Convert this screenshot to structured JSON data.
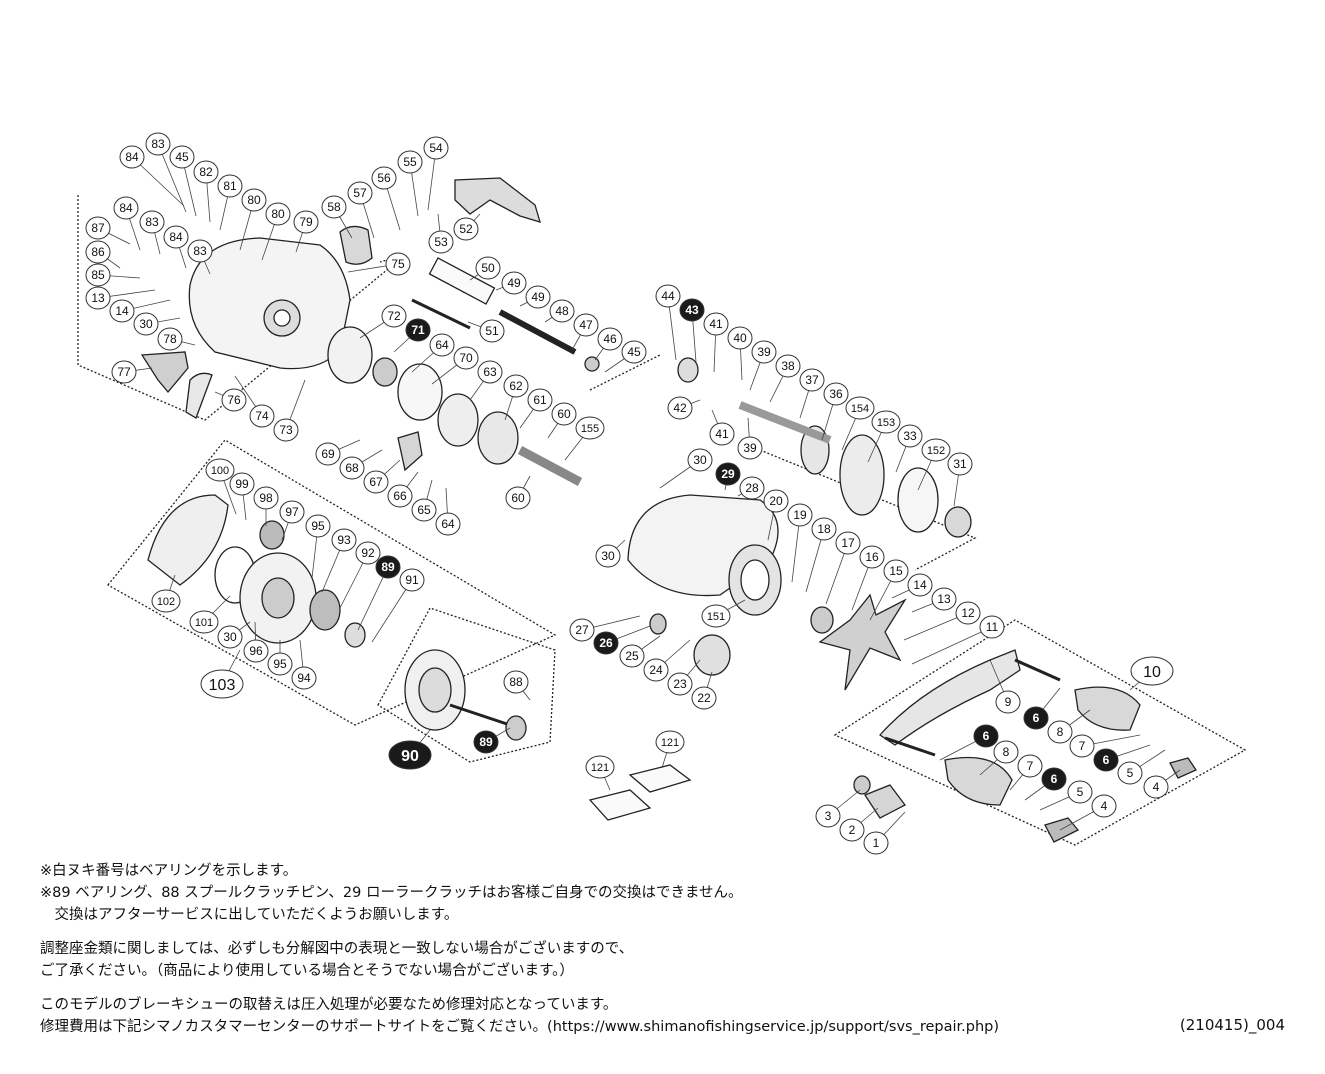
{
  "callouts": [
    {
      "n": "83",
      "b": false
    },
    {
      "n": "84",
      "b": false
    },
    {
      "n": "45",
      "b": false
    },
    {
      "n": "82",
      "b": false
    },
    {
      "n": "81",
      "b": false
    },
    {
      "n": "80",
      "b": false
    },
    {
      "n": "80",
      "b": false
    },
    {
      "n": "79",
      "b": false
    },
    {
      "n": "58",
      "b": false
    },
    {
      "n": "57",
      "b": false
    },
    {
      "n": "56",
      "b": false
    },
    {
      "n": "55",
      "b": false
    },
    {
      "n": "54",
      "b": false
    },
    {
      "n": "53",
      "b": false
    },
    {
      "n": "52",
      "b": false
    },
    {
      "n": "87",
      "b": false
    },
    {
      "n": "84",
      "b": false
    },
    {
      "n": "83",
      "b": false
    },
    {
      "n": "84",
      "b": false
    },
    {
      "n": "83",
      "b": false
    },
    {
      "n": "86",
      "b": false
    },
    {
      "n": "85",
      "b": false
    },
    {
      "n": "13",
      "b": false
    },
    {
      "n": "14",
      "b": false
    },
    {
      "n": "30",
      "b": false
    },
    {
      "n": "78",
      "b": false
    },
    {
      "n": "77",
      "b": false
    },
    {
      "n": "76",
      "b": false
    },
    {
      "n": "74",
      "b": false
    },
    {
      "n": "73",
      "b": false
    },
    {
      "n": "75",
      "b": false
    },
    {
      "n": "50",
      "b": false
    },
    {
      "n": "49",
      "b": false
    },
    {
      "n": "49",
      "b": false
    },
    {
      "n": "48",
      "b": false
    },
    {
      "n": "51",
      "b": false
    },
    {
      "n": "47",
      "b": false
    },
    {
      "n": "46",
      "b": false
    },
    {
      "n": "45",
      "b": false
    },
    {
      "n": "72",
      "b": false
    },
    {
      "n": "71",
      "b": true
    },
    {
      "n": "64",
      "b": false
    },
    {
      "n": "70",
      "b": false
    },
    {
      "n": "63",
      "b": false
    },
    {
      "n": "62",
      "b": false
    },
    {
      "n": "61",
      "b": false
    },
    {
      "n": "60",
      "b": false
    },
    {
      "n": "155",
      "b": false
    },
    {
      "n": "60",
      "b": false
    },
    {
      "n": "69",
      "b": false
    },
    {
      "n": "68",
      "b": false
    },
    {
      "n": "67",
      "b": false
    },
    {
      "n": "66",
      "b": false
    },
    {
      "n": "65",
      "b": false
    },
    {
      "n": "64",
      "b": false
    },
    {
      "n": "44",
      "b": false
    },
    {
      "n": "43",
      "b": true
    },
    {
      "n": "41",
      "b": false
    },
    {
      "n": "40",
      "b": false
    },
    {
      "n": "39",
      "b": false
    },
    {
      "n": "38",
      "b": false
    },
    {
      "n": "37",
      "b": false
    },
    {
      "n": "36",
      "b": false
    },
    {
      "n": "154",
      "b": false
    },
    {
      "n": "153",
      "b": false
    },
    {
      "n": "42",
      "b": false
    },
    {
      "n": "41",
      "b": false
    },
    {
      "n": "39",
      "b": false
    },
    {
      "n": "33",
      "b": false
    },
    {
      "n": "152",
      "b": false
    },
    {
      "n": "31",
      "b": false
    },
    {
      "n": "30",
      "b": false
    },
    {
      "n": "29",
      "b": true
    },
    {
      "n": "28",
      "b": false
    },
    {
      "n": "20",
      "b": false
    },
    {
      "n": "19",
      "b": false
    },
    {
      "n": "18",
      "b": false
    },
    {
      "n": "17",
      "b": false
    },
    {
      "n": "16",
      "b": false
    },
    {
      "n": "15",
      "b": false
    },
    {
      "n": "14",
      "b": false
    },
    {
      "n": "13",
      "b": false
    },
    {
      "n": "12",
      "b": false
    },
    {
      "n": "11",
      "b": false
    },
    {
      "n": "30",
      "b": false
    },
    {
      "n": "151",
      "b": false
    },
    {
      "n": "27",
      "b": false
    },
    {
      "n": "26",
      "b": true
    },
    {
      "n": "25",
      "b": false
    },
    {
      "n": "24",
      "b": false
    },
    {
      "n": "23",
      "b": false
    },
    {
      "n": "22",
      "b": false
    },
    {
      "n": "100",
      "b": false
    },
    {
      "n": "99",
      "b": false
    },
    {
      "n": "98",
      "b": false
    },
    {
      "n": "97",
      "b": false
    },
    {
      "n": "95",
      "b": false
    },
    {
      "n": "93",
      "b": false
    },
    {
      "n": "92",
      "b": false
    },
    {
      "n": "89",
      "b": true
    },
    {
      "n": "91",
      "b": false
    },
    {
      "n": "102",
      "b": false
    },
    {
      "n": "101",
      "b": false
    },
    {
      "n": "30",
      "b": false
    },
    {
      "n": "96",
      "b": false
    },
    {
      "n": "95",
      "b": false
    },
    {
      "n": "94",
      "b": false
    },
    {
      "n": "103",
      "b": false
    },
    {
      "n": "88",
      "b": false
    },
    {
      "n": "89",
      "b": true
    },
    {
      "n": "90",
      "b": true
    },
    {
      "n": "121",
      "b": false
    },
    {
      "n": "121",
      "b": false
    },
    {
      "n": "10",
      "b": false
    },
    {
      "n": "9",
      "b": false
    },
    {
      "n": "6",
      "b": true
    },
    {
      "n": "8",
      "b": false
    },
    {
      "n": "7",
      "b": false
    },
    {
      "n": "6",
      "b": true
    },
    {
      "n": "5",
      "b": false
    },
    {
      "n": "4",
      "b": false
    },
    {
      "n": "6",
      "b": true
    },
    {
      "n": "8",
      "b": false
    },
    {
      "n": "7",
      "b": false
    },
    {
      "n": "6",
      "b": true
    },
    {
      "n": "5",
      "b": false
    },
    {
      "n": "4",
      "b": false
    },
    {
      "n": "3",
      "b": false
    },
    {
      "n": "2",
      "b": false
    },
    {
      "n": "1",
      "b": false
    }
  ],
  "notes": {
    "bearing_note": "※白ヌキ番号はベアリングを示します。",
    "exchange_note_1": "※89 ベアリング、88 スプールクラッチピン、29 ローラークラッチはお客様ご自身での交換はできません。",
    "exchange_note_2": "　交換はアフターサービスに出していただくようお願いします。",
    "washer_note_1": "調整座金類に関しましては、必ずしも分解図中の表現と一致しない場合がございますので、",
    "washer_note_2": "ご了承ください。（商品により使用している場合とそうでない場合がございます。）",
    "brake_note_1": "このモデルのブレーキシューの取替えは圧入処理が必要なため修理対応となっています。",
    "brake_note_2": "修理費用は下記シマノカスタマーセンターのサポートサイトをご覧ください。(https://www.shimanofishingservice.jp/support/svs_repair.php)"
  },
  "diagram_code": "(210415)_004"
}
